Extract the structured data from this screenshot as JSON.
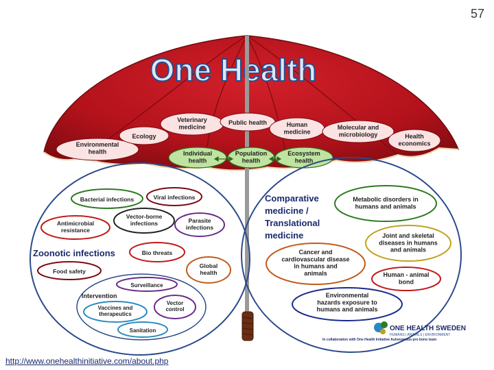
{
  "slide_number": "57",
  "title": "One Health",
  "umbrella_labels": {
    "environmental_health": [
      "Environmental",
      "health"
    ],
    "ecology": [
      "Ecology"
    ],
    "veterinary_medicine": [
      "Veterinary",
      "medicine"
    ],
    "public_health": [
      "Public health"
    ],
    "human_medicine": [
      "Human",
      "medicine"
    ],
    "molecular_microbiology": [
      "Molecular and",
      "microbiology"
    ],
    "health_economics": [
      "Health",
      "economics"
    ],
    "individual_health": [
      "Individual",
      "health"
    ],
    "population_health": [
      "Population",
      "health"
    ],
    "ecosystem_health": [
      "Ecosystem",
      "health"
    ]
  },
  "zoonotic": {
    "heading": "Zoonotic infections",
    "bacterial_infections": [
      "Bacterial infections"
    ],
    "viral_infections": [
      "Viral infections"
    ],
    "antimicrobial_resistance": [
      "Antimicrobial",
      "resistance"
    ],
    "vector_borne": [
      "Vector-borne",
      "infections"
    ],
    "parasite_infections": [
      "Parasite",
      "infections"
    ],
    "bio_threats": [
      "Bio threats"
    ],
    "food_safety": [
      "Food safety"
    ],
    "global_health": [
      "Global",
      "health"
    ],
    "intervention": "Intervention",
    "surveillance": [
      "Surveillance"
    ],
    "vaccines": [
      "Vaccines and",
      "therapeutics"
    ],
    "vector_control": [
      "Vector",
      "control"
    ],
    "sanitation": [
      "Sanitation"
    ]
  },
  "comparative": {
    "heading": [
      "Comparative",
      "medicine /",
      "Translational",
      "medicine"
    ],
    "metabolic_disorders": [
      "Metabolic disorders in",
      "humans and animals"
    ],
    "joint_skeletal": [
      "Joint and skeletal",
      "diseases in humans",
      "and animals"
    ],
    "cancer_cardio": [
      "Cancer and",
      "cardiovascular disease",
      "in humans and",
      "animals"
    ],
    "human_animal_bond": [
      "Human - animal",
      "bond"
    ],
    "environmental_hazards": [
      "Environmental",
      "hazards exposure to",
      "humans and animals"
    ]
  },
  "logo": {
    "name": "ONE HEALTH SWEDEN",
    "tagline": "HUMANS | ANIMALS | ENVIRONMENT",
    "collab": "In collaboration with One Health Initiative Autonomous pro bono team"
  },
  "source_url": "http://www.onehealthinitiative.com/about.php",
  "colors": {
    "umbrella_red": "#b3121b",
    "umbrella_dark": "#7a0a10",
    "label_pink": "#fbe3e3",
    "label_green": "#bfe3a0",
    "circle_blue": "#2a4a8a",
    "title_fill": "#dce6f7"
  }
}
